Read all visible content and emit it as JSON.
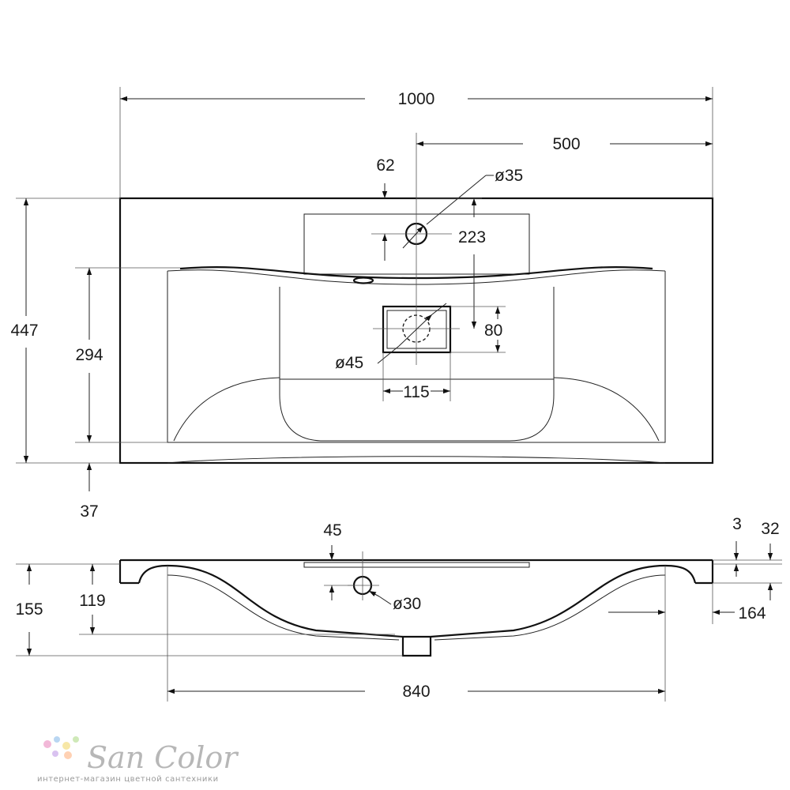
{
  "top_view": {
    "dims": {
      "width_total": "1000",
      "center_offset": "500",
      "tap_hole_offset": "62",
      "tap_hole_diameter": "ø35",
      "tap_to_drain": "223",
      "overall_depth": "447",
      "bowl_depth": "294",
      "front_lip": "37",
      "drain_box_height": "80",
      "drain_diameter": "ø45",
      "drain_box_width": "115"
    }
  },
  "side_view": {
    "dims": {
      "overflow_offset": "45",
      "slab_thickness": "3",
      "edge_height": "32",
      "bowl_height": "119",
      "total_height": "155",
      "overflow_diameter": "ø30",
      "mount_offset": "164",
      "bowl_width": "840"
    }
  },
  "logo": {
    "brand": "San Color",
    "tagline": "интернет-магазин цветной сантехники",
    "dot_colors": [
      "#f2b8d8",
      "#b9d6f2",
      "#f7e7a6",
      "#cfe9b8",
      "#d9c2f0",
      "#ffd1b3"
    ]
  }
}
